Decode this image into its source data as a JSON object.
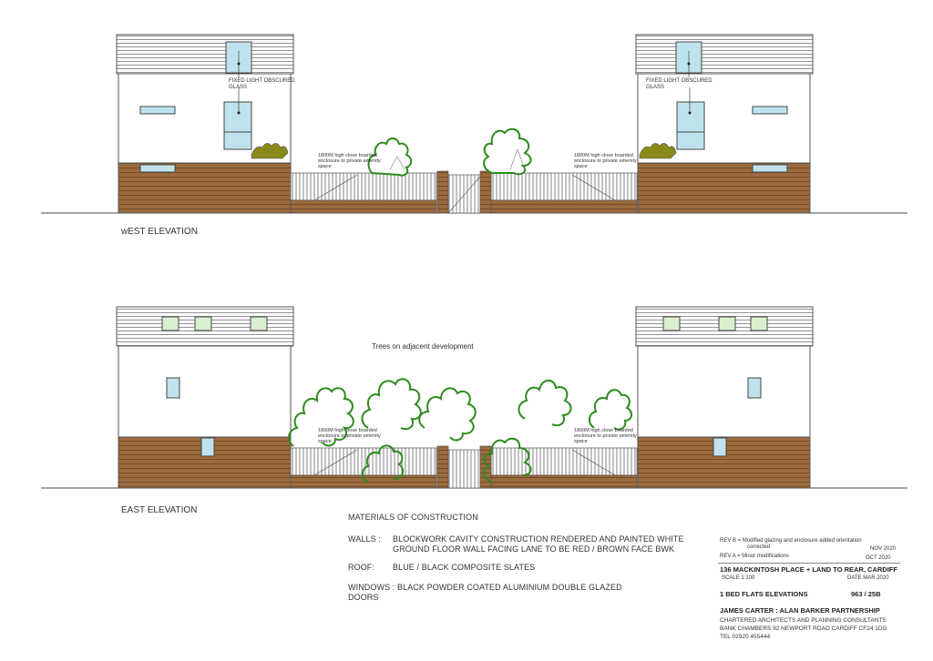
{
  "elevations": {
    "west": {
      "label": "wEST ELEVATION"
    },
    "east": {
      "label": "EAST ELEVATION"
    }
  },
  "notes": {
    "obscured_glass_line1": "FIXED LIGHT OBSCURED",
    "obscured_glass_line2": "GLASS",
    "fence_line1": "1800M high close boarded",
    "fence_line2": "enclosure to private amenity",
    "fence_line3": "space",
    "trees": "Trees on adjacent development"
  },
  "materials": {
    "heading": "MATERIALS OF CONSTRUCTION",
    "walls_label": "WALLS :",
    "walls_line1": "BLOCKWORK CAVITY CONSTRUCTION RENDERED AND PAINTED WHITE",
    "walls_line2": "GROUND FLOOR WALL FACING LANE TO BE RED / BROWN FACE BWK",
    "roof_label": "ROOF:",
    "roof_value": "BLUE / BLACK COMPOSITE SLATES",
    "windows_label": "WINDOWS :",
    "windows_value": "BLACK POWDER COATED ALUMINIUM DOUBLE GLAZED",
    "windows_value2": "DOORS"
  },
  "title_block": {
    "rev_b_line1": "REV B = Modified glazing and enclosure added orientation",
    "rev_b_line2": "corrected",
    "rev_b_date": "NOV 2020",
    "rev_a": "REV A = Minor modifications",
    "rev_a_date": "OCT 2020",
    "project": "136 MACKINTOSH PLACE + LAND TO REAR, CARDIFF",
    "scale": "SCALE 1:100",
    "date": "DATE MAR 2020",
    "drawing_title": "1 BED FLATS ELEVATIONS",
    "drawing_number": "963 /   25B",
    "firm": "JAMES CARTER   :   ALAN  BARKER  PARTNERSHIP",
    "firm_sub": "CHARTERED ARCHITECTS  AND  PLANNING CONSULTANTS",
    "address": "BANK CHAMBERS 92 NEWPORT ROAD CARDIFF  CF24 1DG",
    "tel": "TEL 02920 455444"
  }
}
